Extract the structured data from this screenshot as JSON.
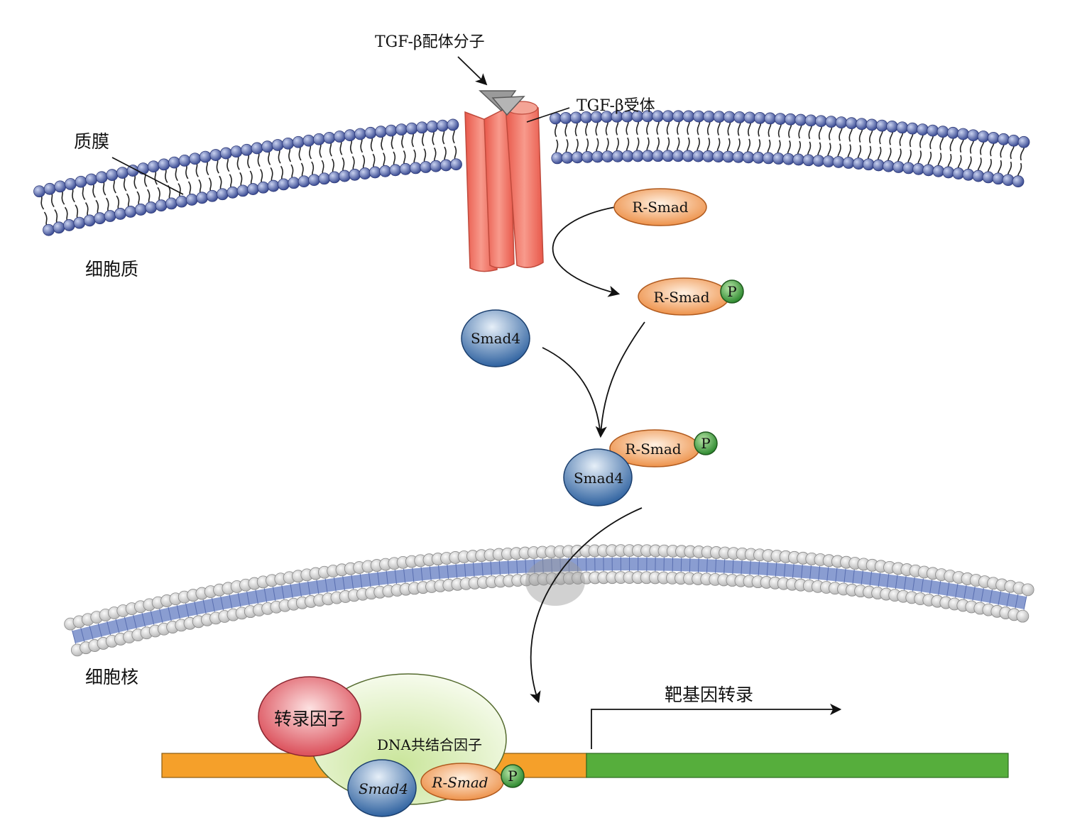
{
  "labels": {
    "ligand": "TGF-β配体分子",
    "receptor": "TGF-β受体",
    "plasma_membrane": "质膜",
    "cytoplasm": "细胞质",
    "nucleus": "细胞核",
    "target_gene_transcription": "靶基因转录"
  },
  "nodes": {
    "r_smad": "R-Smad",
    "r_smad_p": "R-Smad",
    "phospho": "P",
    "smad4": "Smad4",
    "complex_smad4": "Smad4",
    "complex_r_smad": "R-Smad",
    "transcription_factor": "转录因子",
    "dna_cofactor": "DNA共结合因子",
    "dna_smad4": "Smad4",
    "dna_r_smad": "R-Smad"
  },
  "colors": {
    "receptor": "#ee7060",
    "r_smad": "#f2a060",
    "smad4": "#4a80b8",
    "phospho": "#4aa040",
    "transcription_factor": "#e8606a",
    "cofactor": "#dcefc0",
    "dna_orange": "#f5a02a",
    "dna_green": "#56ae3c",
    "membrane_head": "#5b6fb5",
    "nuclear_band": "#7d92cc"
  }
}
